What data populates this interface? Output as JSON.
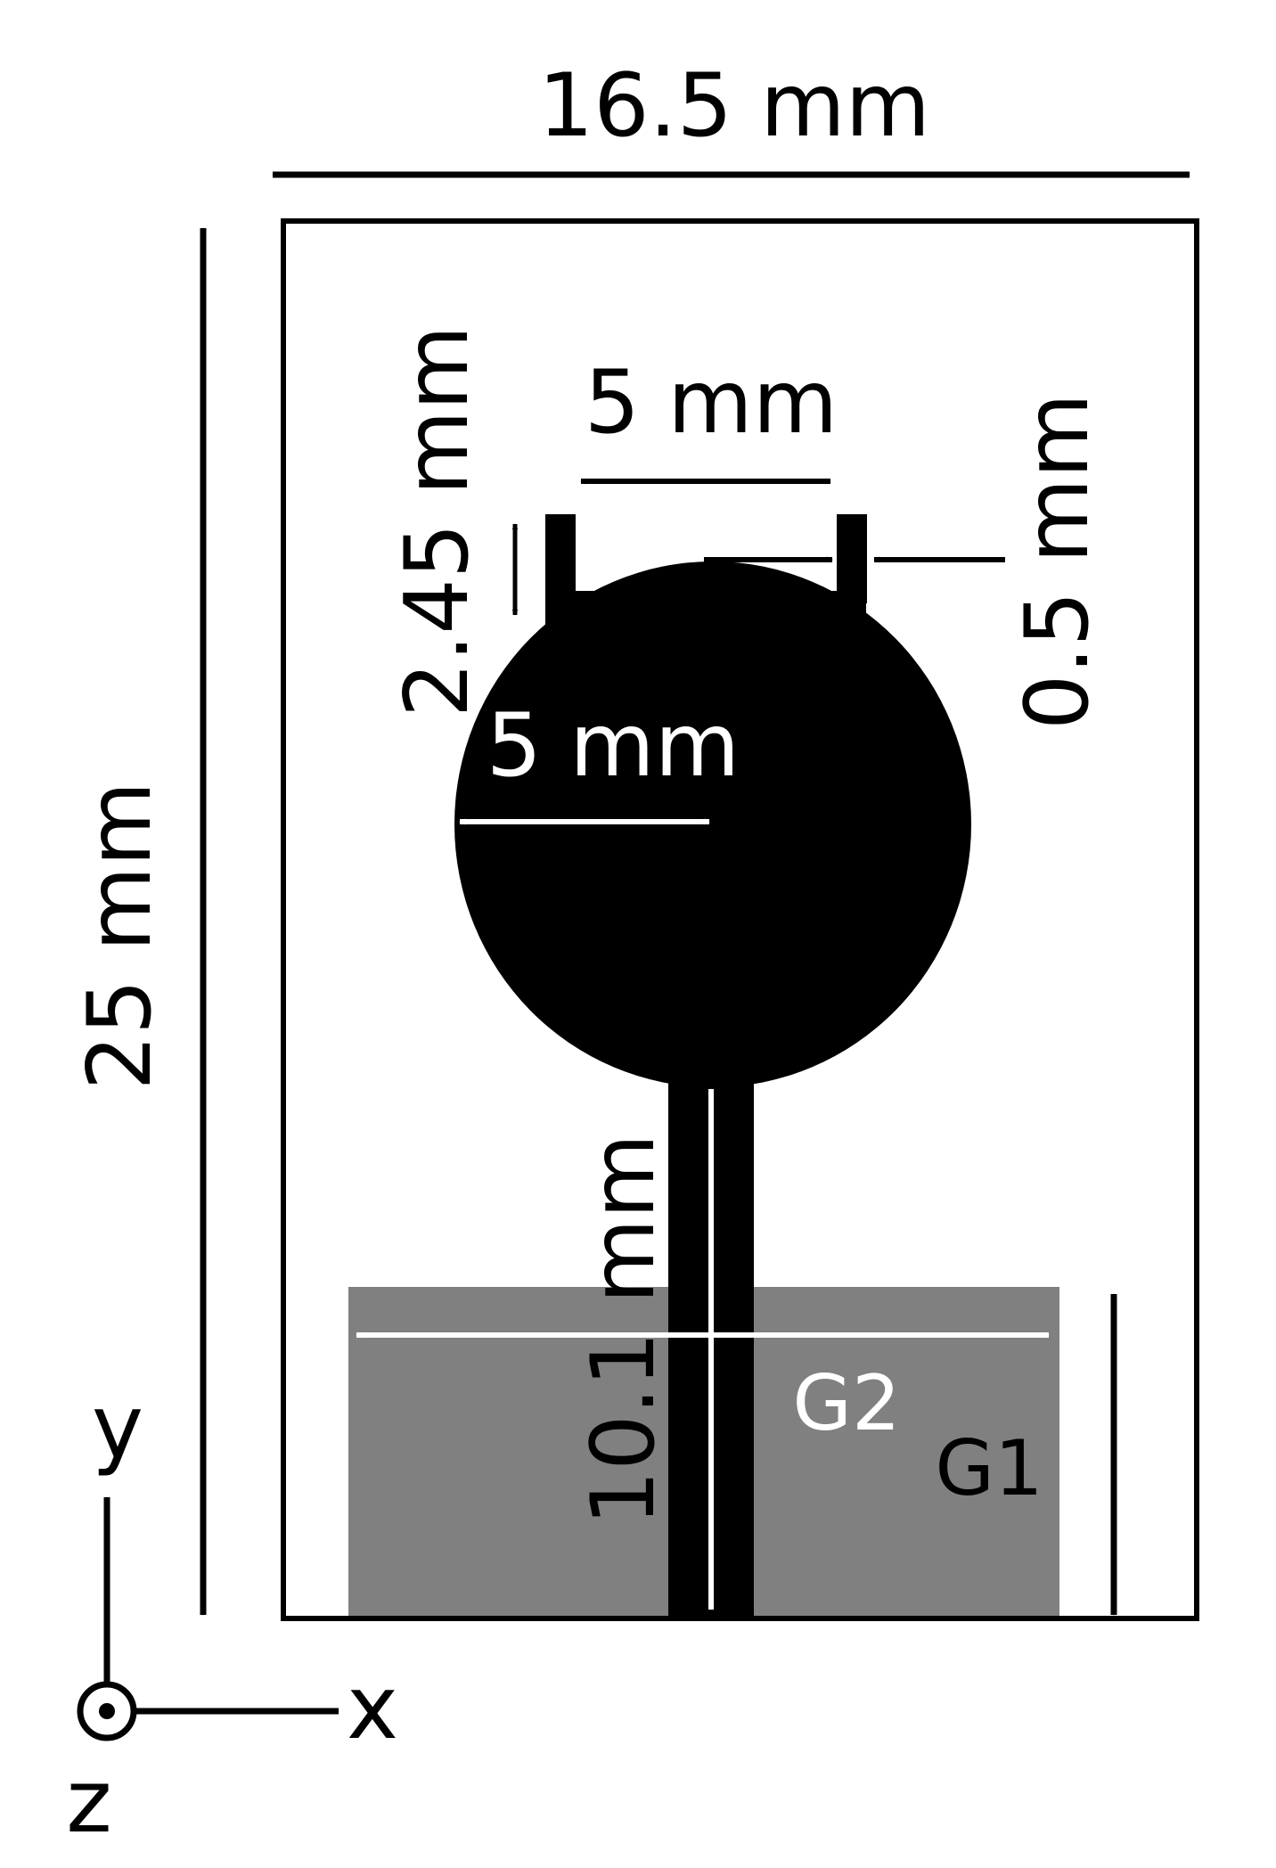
{
  "colors": {
    "background": "#ffffff",
    "line": "#000000",
    "radiator": "#000000",
    "ground_plane": "#808080",
    "light_annotation": "#ffffff"
  },
  "dimensions": {
    "overall_width": "16.5 mm",
    "overall_height": "25 mm",
    "slot_spacing": "5 mm",
    "stub_height": "2.45 mm",
    "stub_width": "0.5 mm",
    "circle_radius": "5 mm",
    "feed_length": "10.1 mm"
  },
  "ground_labels": {
    "width_label": "G2",
    "height_label": "G1"
  },
  "axes": {
    "x_label": "x",
    "y_label": "y",
    "z_label": "z"
  }
}
